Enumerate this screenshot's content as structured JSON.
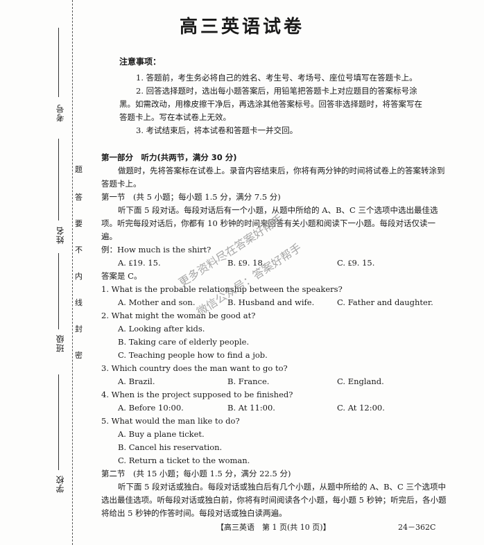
{
  "margin": {
    "exam_no_label": "考号",
    "name_label": "姓名",
    "class_label": "班级",
    "school_label": "学校",
    "seal_chars": [
      "题",
      "答",
      "要",
      "不",
      "内",
      "线",
      "封",
      "密"
    ]
  },
  "title": "高三英语试卷",
  "notice": {
    "heading": "注意事项：",
    "items": [
      "1. 答题前，考生务必将自己的姓名、考生号、考场号、座位号填写在答题卡上。",
      "2. 回答选择题时，选出每小题答案后，用铅笔把答题卡上对应题目的答案标号涂",
      "黑。如需改动，用橡皮擦干净后，再选涂其他答案标号。回答非选择题时，将答案写在",
      "答题卡上。写在本试卷上无效。",
      "3. 考试结束后，将本试卷和答题卡一并交回。"
    ]
  },
  "part1": {
    "title": "第一部分　听力(共两节，满分 30 分)",
    "intro": "做题时，先将答案标在试卷上。录音内容结束后，你将有两分钟的时间将试卷上的答案转涂到答题卡上。",
    "section1_title": "第一节　(共 5 小题；每小题 1.5 分，满分 7.5 分)",
    "section1_intro": "听下面 5 段对话。每段对话后有一个小题，从题中所给的 A、B、C 三个选项中选出最佳选项。听完每段对话后，你都有 10 秒钟的时间来回答有关小题和阅读下一小题。每段对话仅读一遍。",
    "example_q": "例：How much is the shirt?",
    "example_opts": [
      "A. ₤19. 15.",
      "B. ₤9. 18.",
      "C. ₤9. 15."
    ],
    "example_answer": "答案是 C。",
    "questions": [
      {
        "q": "1. What is the probable relationship between the speakers?",
        "opts": [
          "A. Mother and son.",
          "B. Husband and wife.",
          "C. Father and daughter."
        ],
        "inline": true
      },
      {
        "q": "2. What might the woman be good at?",
        "opts": [
          "A. Looking after kids.",
          "B. Taking care of elderly people.",
          "C. Teaching people how to find a job."
        ],
        "inline": false
      },
      {
        "q": "3. Which country does the man want to go to?",
        "opts": [
          "A. Brazil.",
          "B. France.",
          "C. England."
        ],
        "inline": true
      },
      {
        "q": "4. When is the project supposed to be finished?",
        "opts": [
          "A. Before 10:00.",
          "B. At 11:00.",
          "C. At 12:00."
        ],
        "inline": true
      },
      {
        "q": "5. What would the man like to do?",
        "opts": [
          "A. Buy a plane ticket.",
          "B. Cancel his reservation.",
          "C. Return a ticket to the woman."
        ],
        "inline": false
      }
    ],
    "section2_title": "第二节　(共 15 小题；每小题 1.5 分，满分 22.5 分)",
    "section2_intro": "听下面 5 段对话或独白。每段对话或独白后有几个小题，从题中所给的 A、B、C 三个选项中选出最佳选项。听每段对话或独白前，你将有时间阅读各个小题，每小题 5 秒钟；听完后，各小题将给出 5 秒钟的作答时间。每段对话或独白读两遍。"
  },
  "footer": {
    "page": "【高三英语　第 1 页(共 10 页)】",
    "code": "24－362C"
  },
  "watermark": {
    "line1": "更多资料尽在答案好帮手",
    "line2": "微信公众号：答案好帮手"
  }
}
